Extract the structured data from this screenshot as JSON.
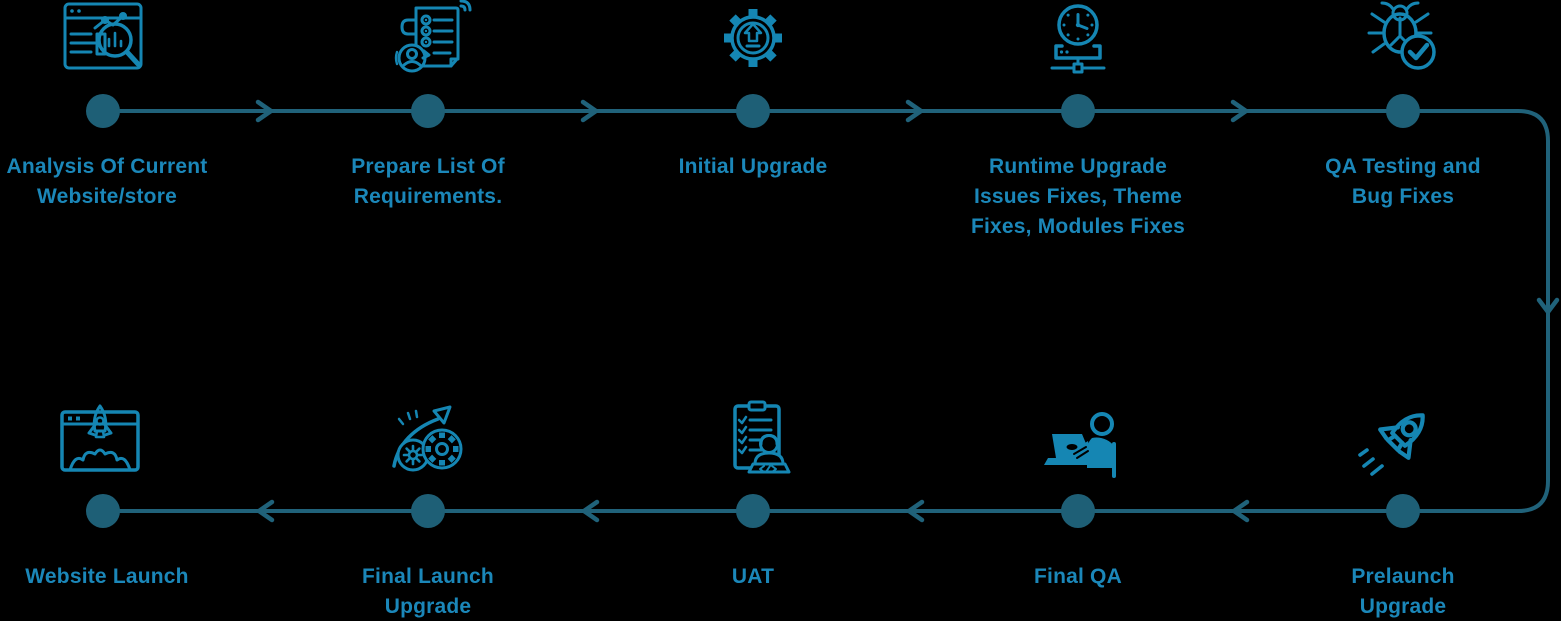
{
  "palette": {
    "background": "#000000",
    "line": "#20627a",
    "node": "#1e5f76",
    "icon": "#1586b3",
    "label_text": "#1b87b9"
  },
  "flow": {
    "top_row_direction": "left-to-right",
    "bottom_row_direction": "right-to-left",
    "connector": "right-side-curve-down"
  },
  "steps": [
    {
      "icon": "website-analysis-icon",
      "label": [
        "Analysis Of Current",
        "Website/store"
      ]
    },
    {
      "icon": "requirements-list-icon",
      "label": [
        "Prepare List Of",
        "Requirements."
      ]
    },
    {
      "icon": "gear-upload-icon",
      "label": [
        "Initial Upgrade"
      ]
    },
    {
      "icon": "runtime-clock-server-icon",
      "label": [
        "Runtime Upgrade",
        "Issues Fixes, Theme",
        "Fixes, Modules Fixes"
      ]
    },
    {
      "icon": "bug-check-icon",
      "label": [
        "QA Testing and",
        "Bug Fixes"
      ]
    },
    {
      "icon": "rocket-icon",
      "label": [
        "Prelaunch",
        "Upgrade"
      ]
    },
    {
      "icon": "person-laptop-icon",
      "label": [
        "Final QA"
      ]
    },
    {
      "icon": "clipboard-checklist-icon",
      "label": [
        "UAT"
      ]
    },
    {
      "icon": "gears-growth-arrow-icon",
      "label": [
        "Final Launch",
        "Upgrade"
      ]
    },
    {
      "icon": "browser-rocket-launch-icon",
      "label": [
        "Website Launch"
      ]
    }
  ]
}
